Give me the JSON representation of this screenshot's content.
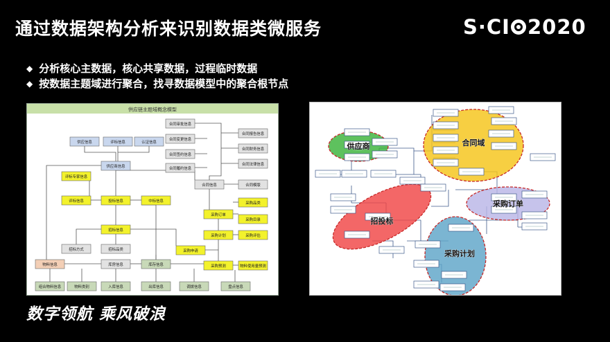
{
  "slide": {
    "title": "通过数据架构分析来识别数据类微服务",
    "logo_left": "S·CI",
    "logo_right": "2020",
    "bullets": [
      "分析核心主数据，核心共享数据，过程临时数据",
      "按数据主题域进行聚合，找寻数据模型中的聚合根节点"
    ],
    "slogan": "数字领航  乘风破浪"
  },
  "left_diagram": {
    "header": "供应链主题域概念模型",
    "colors": {
      "blue": "#c9d7ee",
      "yellow": "#f3f22c",
      "green": "#c8d9b8",
      "orange": "#f3cfb6",
      "gray": "#e2e2e2",
      "header": "#c8e0a8"
    },
    "nodes": {
      "n1": "供应信息",
      "n2": "评标信息",
      "n3": "认证信息",
      "n4": "供应商信息",
      "n5": "评标专家信息",
      "n6": "评标信息",
      "n7": "投标信息",
      "n8": "中标信息",
      "n9": "招标信息",
      "n10": "招标方式",
      "n11": "招标品类",
      "n12": "合同审批信息",
      "n13": "合同变更信息",
      "n14": "合同签约信息",
      "n15": "合同履约信息",
      "n16": "合同信息",
      "n17": "合同报告信息",
      "n18": "合同财务信息",
      "n19": "合同法律信息",
      "n20": "合同模版",
      "n21": "采购订单",
      "n22": "采购计划",
      "n23": "采购申请",
      "n24": "采购预测",
      "n25": "采购品类",
      "n26": "采购目录",
      "n27": "采购评估",
      "n28": "物料使用量预测",
      "n29": "物料信息",
      "n30": "库房信息",
      "n31": "库存信息",
      "n32": "组合物料信息",
      "n33": "物料类别",
      "n34": "入库信息",
      "n35": "出库信息",
      "n36": "调拨信息",
      "n37": "盘点信息"
    }
  },
  "right_diagram": {
    "domains": {
      "supplier": "供应商",
      "contract": "合同域",
      "order": "采购订单",
      "bidding": "招投标",
      "plan": "采购计划"
    },
    "domain_colors": {
      "supplier": "#3bb33b",
      "contract": "#f5c518",
      "order": "#b9b6e6",
      "bidding": "#f04545",
      "plan": "#5ea5c8"
    }
  }
}
